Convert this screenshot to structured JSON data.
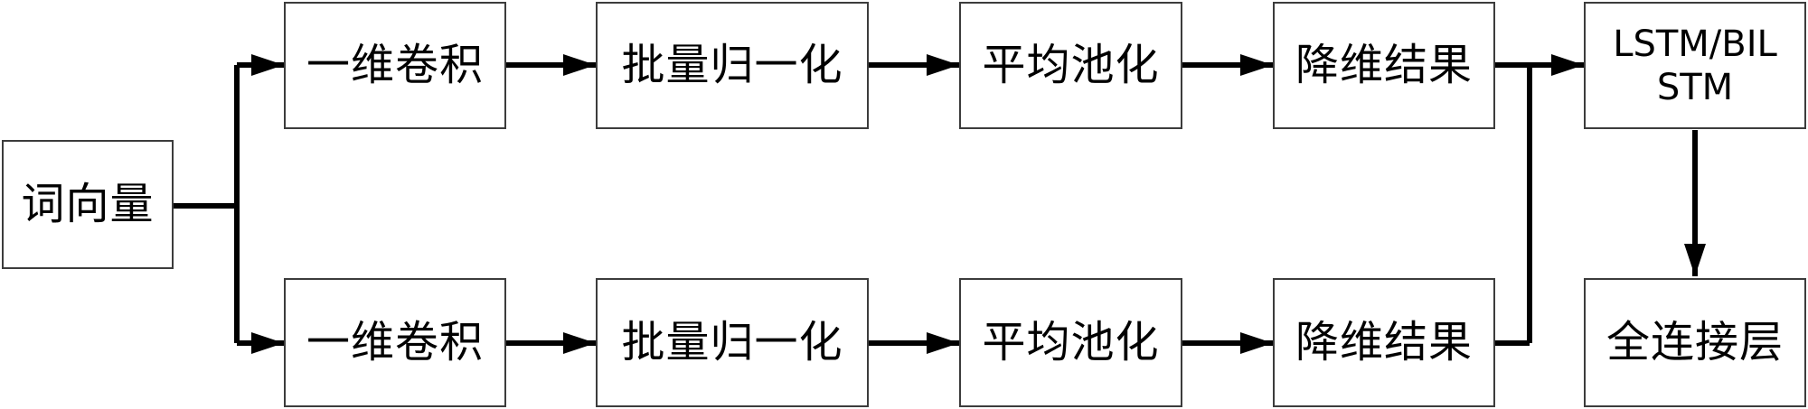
{
  "diagram": {
    "input": "词向量",
    "top_branch": {
      "conv": "一维卷积",
      "batchnorm": "批量归一化",
      "pooling": "平均池化",
      "reduced": "降维结果"
    },
    "bottom_branch": {
      "conv": "一维卷积",
      "batchnorm": "批量归一化",
      "pooling": "平均池化",
      "reduced": "降维结果"
    },
    "recurrent": "LSTM/BIL STM",
    "fully_connected": "全连接层"
  },
  "colors": {
    "line": "#000000",
    "box_border": "#3c3c3c",
    "box_fill": "#ffffff",
    "text": "#000000"
  }
}
